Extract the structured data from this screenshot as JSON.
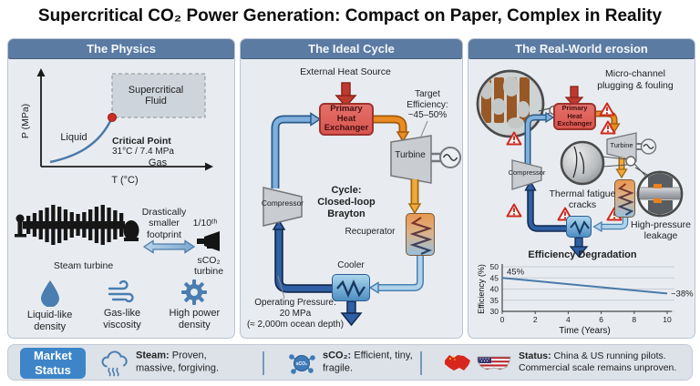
{
  "title": "Supercritical CO₂ Power Generation: Compact on Paper, Complex in Reality",
  "icons": {
    "warning-icon": "red-triangle-exclamation",
    "droplet-icon": "water-drop",
    "wind-icon": "air-flow-lines",
    "gear-icon": "cog-wheel",
    "steam-cloud-icon": "cloud-with-steam",
    "sco2-molecule-icon": "molecule-circle",
    "china-flag-icon": "china-map-flag",
    "us-flag-icon": "us-map-flag",
    "generator-icon": "circle-with-sine-wave",
    "inset-magnifier-icon": "circular-detail-inset"
  },
  "physics": {
    "header": "The Physics",
    "phase": {
      "ylabel": "P (MPa)",
      "xlabel": "T (°C)",
      "region_liquid": "Liquid",
      "region_gas": "Gas",
      "region_supercritical": "Supercritical\nFluid",
      "critical_point_label": "Critical Point",
      "critical_point_value": "31°C / 7.4 MPa"
    },
    "comparison": {
      "steam_label": "Steam turbine",
      "footprint_note": "Drastically\nsmaller\nfootprint",
      "ratio": "1/10ᵗʰ",
      "sco2_label": "sCO₂\nturbine"
    },
    "benefits": [
      {
        "icon": "droplet-icon",
        "label": "Liquid-like\ndensity"
      },
      {
        "icon": "wind-icon",
        "label": "Gas-like\nviscosity"
      },
      {
        "icon": "gear-icon",
        "label": "High power\ndensity"
      }
    ]
  },
  "ideal": {
    "header": "The Ideal Cycle",
    "external_heat_source": "External Heat Source",
    "primary_heat_exchanger": "Primary\nHeat\nExchanger",
    "target_efficiency": "Target\nEfficiency:\n~45–50%",
    "turbine": "Turbine",
    "cycle_note": "Cycle:\nClosed-loop\nBrayton",
    "compressor": "Compressor",
    "recuperator": "Recuperator",
    "cooler": "Cooler",
    "operating_pressure": "Operating Pressure:\n20 MPa\n(≈ 2,000m ocean depth)"
  },
  "real": {
    "header": "The Real-World erosion",
    "micro_channel_note": "Micro-channel\nplugging & fouling",
    "primary_heat_exchanger": "Primary\nHeat\nExchanger",
    "turbine": "Turbine",
    "compressor": "Compressor",
    "thermal_note": "Thermal fatigue\ncracks",
    "leakage_note": "High-pressure\nleakage"
  },
  "chart_data": {
    "type": "line",
    "title": "Efficiency Degradation",
    "xlabel": "Time (Years)",
    "ylabel": "Efficiency (%)",
    "xlim": [
      0,
      10
    ],
    "ylim": [
      30,
      50
    ],
    "xticks": [
      0,
      2,
      4,
      6,
      8,
      10
    ],
    "yticks": [
      30,
      35,
      40,
      45,
      50
    ],
    "x": [
      0,
      2,
      4,
      6,
      8,
      10
    ],
    "y": [
      45,
      43.6,
      42.2,
      40.8,
      39.4,
      38
    ],
    "start_label": "45%",
    "end_label": "~38%",
    "grid": true,
    "legend": "none",
    "line_color": "#4a7aa8"
  },
  "footer": {
    "badge": "Market\nStatus",
    "molecule_label": "sCO₂",
    "items": [
      {
        "icon": "steam-cloud-icon",
        "prefix": "Steam:",
        "text": "Proven, massive, forgiving."
      },
      {
        "icon": "sco2-molecule-icon",
        "prefix": "sCO₂:",
        "text": "Efficient, tiny, fragile."
      },
      {
        "icon": "china-us-flags-icon",
        "prefix": "Status:",
        "text": "China & US running pilots. Commercial scale remains unproven."
      }
    ]
  }
}
